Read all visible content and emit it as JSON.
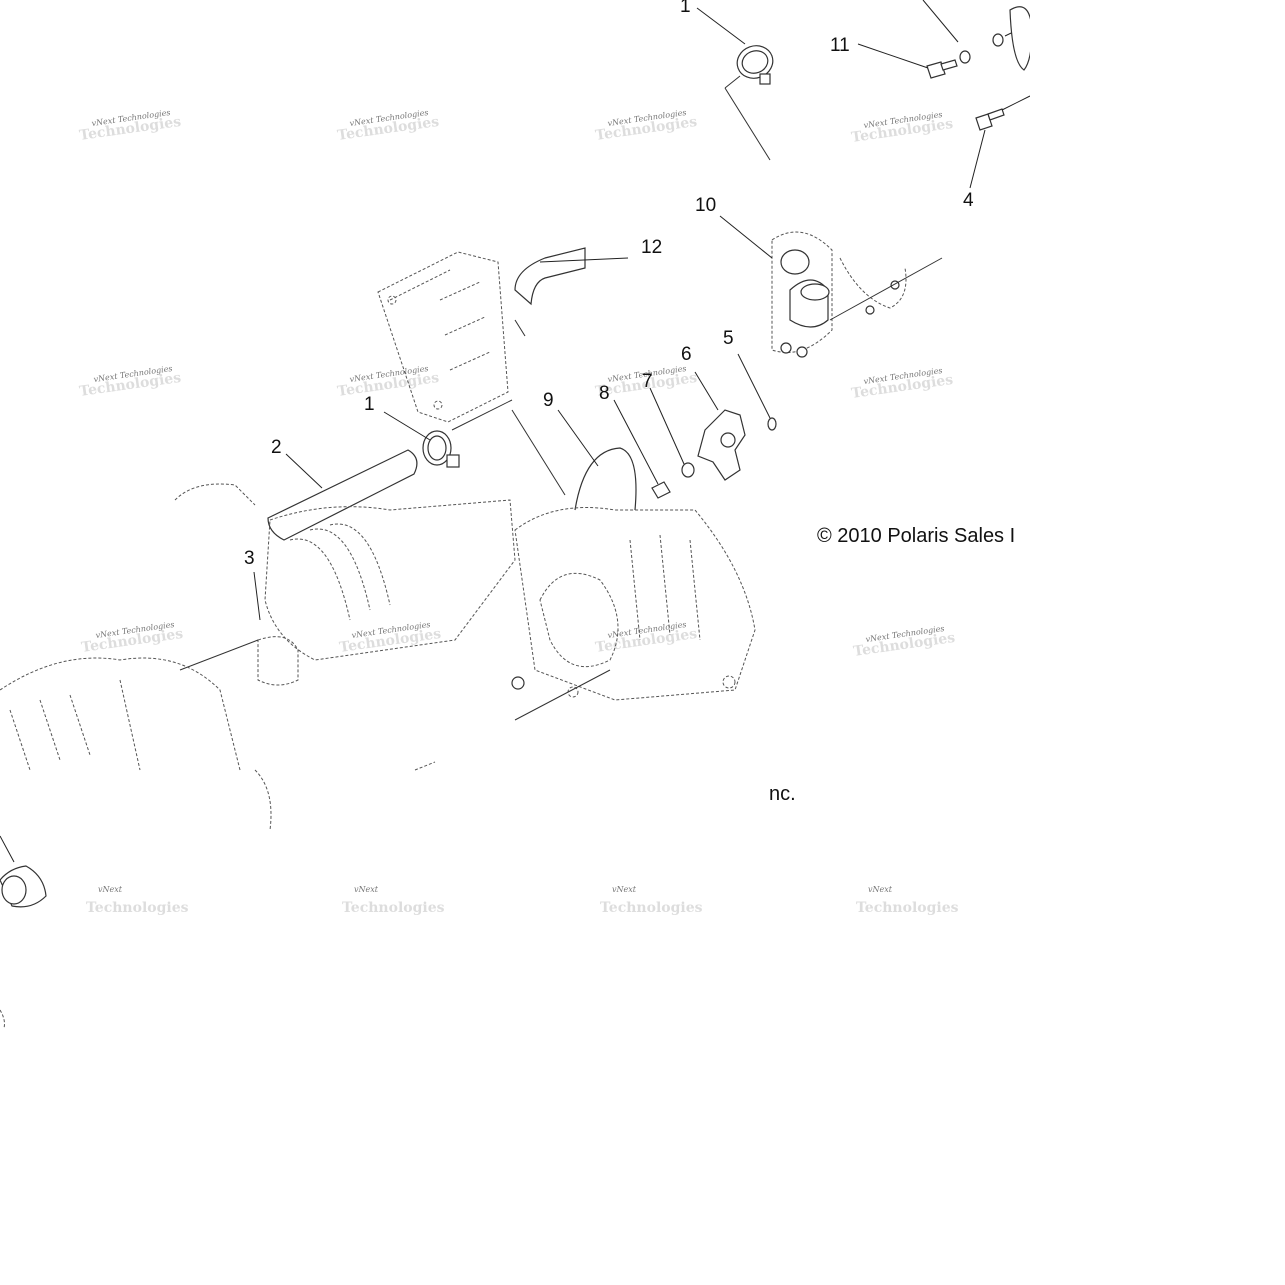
{
  "callouts": [
    {
      "id": "c1a",
      "text": "1"
    },
    {
      "id": "c11",
      "text": "11"
    },
    {
      "id": "c4",
      "text": "4"
    },
    {
      "id": "c10",
      "text": "10"
    },
    {
      "id": "c12",
      "text": "12"
    },
    {
      "id": "c5",
      "text": "5"
    },
    {
      "id": "c6",
      "text": "6"
    },
    {
      "id": "c7",
      "text": "7"
    },
    {
      "id": "c8",
      "text": "8"
    },
    {
      "id": "c9",
      "text": "9"
    },
    {
      "id": "c1b",
      "text": "1"
    },
    {
      "id": "c2",
      "text": "2"
    },
    {
      "id": "c3",
      "text": "3"
    }
  ],
  "copyright": {
    "line1": "© 2010  Polaris Sales I",
    "line2": "nc."
  },
  "watermark": {
    "text": "vNext Technologies",
    "short": "vNext",
    "ghost": "Technologies"
  }
}
